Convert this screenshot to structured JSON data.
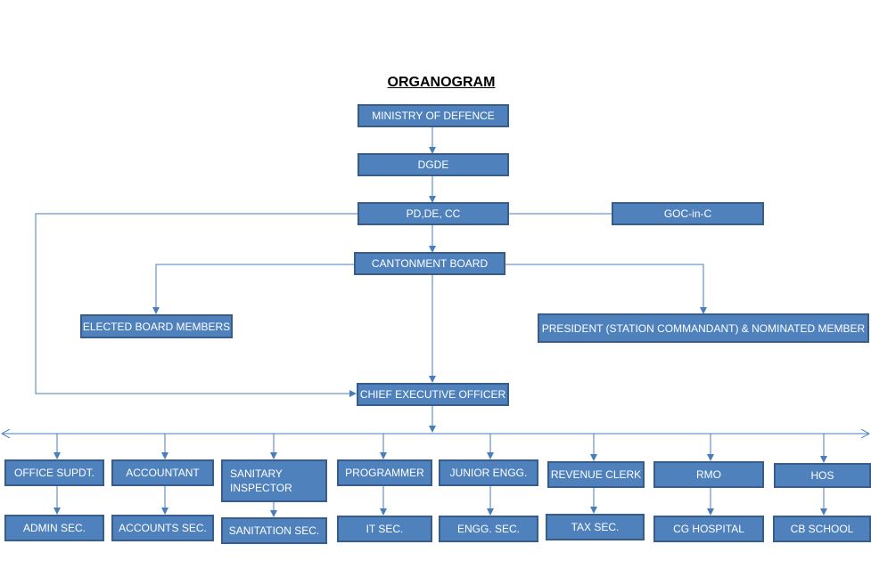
{
  "title": "ORGANOGRAM",
  "colors": {
    "box_fill": "#4f81bd",
    "box_border": "#385d8a",
    "connector": "#4a7ebb",
    "text": "#ffffff"
  },
  "nodes": {
    "ministry": "MINISTRY OF DEFENCE",
    "dgde": "DGDE",
    "pd": "PD,DE, CC",
    "goc": "GOC-in-C",
    "cantonment": "CANTONMENT BOARD",
    "elected": "ELECTED BOARD MEMBERS",
    "president": "PRESIDENT (STATION COMMANDANT) & NOMINATED MEMBER",
    "ceo": "CHIEF EXECUTIVE OFFICER"
  },
  "departments": [
    {
      "head": "OFFICE SUPDT.",
      "section": "ADMIN SEC."
    },
    {
      "head": "ACCOUNTANT",
      "section": "ACCOUNTS SEC."
    },
    {
      "head": "SANITARY INSPECTOR",
      "section": "SANITATION SEC."
    },
    {
      "head": "PROGRAMMER",
      "section": "IT SEC."
    },
    {
      "head": "JUNIOR ENGG.",
      "section": "ENGG. SEC."
    },
    {
      "head": "REVENUE CLERK",
      "section": "TAX  SEC."
    },
    {
      "head": "RMO",
      "section": "CG HOSPITAL"
    },
    {
      "head": "HOS",
      "section": "CB SCHOOL"
    }
  ]
}
